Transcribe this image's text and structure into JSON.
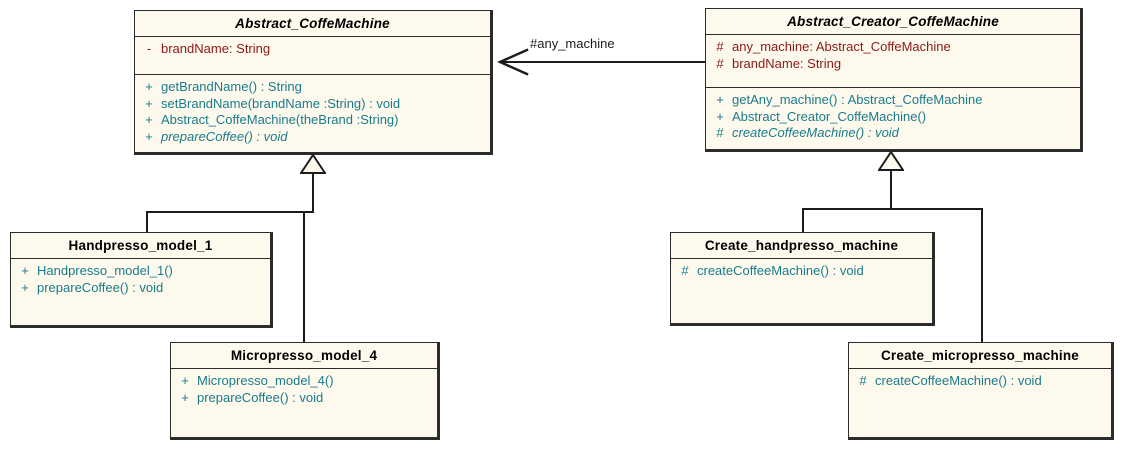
{
  "diagram": {
    "title": "UML Class Diagram - Abstract Factory Coffee Machine",
    "colors": {
      "box_fill": "#fdf9ec",
      "border": "#2b2b2b",
      "attribute_text": "#8b1a1a",
      "method_text": "#1a7b8c",
      "title_text": "#000000",
      "connector": "#1c1c1c",
      "background": "#ffffff"
    }
  },
  "classes": {
    "abstract_coffemachine": {
      "name": "Abstract_CoffeMachine",
      "is_abstract": true,
      "attributes": [
        {
          "visibility": "-",
          "text": "brandName:  String"
        }
      ],
      "methods": [
        {
          "visibility": "+",
          "text": "getBrandName() : String",
          "is_abstract": false
        },
        {
          "visibility": "+",
          "text": "setBrandName(brandName :String) : void",
          "is_abstract": false
        },
        {
          "visibility": "+",
          "text": "Abstract_CoffeMachine(theBrand :String)",
          "is_abstract": false
        },
        {
          "visibility": "+",
          "text": "prepareCoffee() : void",
          "is_abstract": true
        }
      ]
    },
    "abstract_creator_coffemachine": {
      "name": "Abstract_Creator_CoffeMachine",
      "is_abstract": true,
      "attributes": [
        {
          "visibility": "#",
          "text": "any_machine:  Abstract_CoffeMachine"
        },
        {
          "visibility": "#",
          "text": "brandName:  String"
        }
      ],
      "methods": [
        {
          "visibility": "+",
          "text": "getAny_machine() : Abstract_CoffeMachine",
          "is_abstract": false
        },
        {
          "visibility": "+",
          "text": "Abstract_Creator_CoffeMachine()",
          "is_abstract": false
        },
        {
          "visibility": "#",
          "text": "createCoffeeMachine() : void",
          "is_abstract": true
        }
      ]
    },
    "handpresso_model_1": {
      "name": "Handpresso_model_1",
      "is_abstract": false,
      "attributes": [],
      "methods": [
        {
          "visibility": "+",
          "text": "Handpresso_model_1()",
          "is_abstract": false
        },
        {
          "visibility": "+",
          "text": "prepareCoffee() : void",
          "is_abstract": false
        }
      ]
    },
    "micropresso_model_4": {
      "name": "Micropresso_model_4",
      "is_abstract": false,
      "attributes": [],
      "methods": [
        {
          "visibility": "+",
          "text": "Micropresso_model_4()",
          "is_abstract": false
        },
        {
          "visibility": "+",
          "text": "prepareCoffee() : void",
          "is_abstract": false
        }
      ]
    },
    "create_handpresso_machine": {
      "name": "Create_handpresso_machine",
      "is_abstract": false,
      "attributes": [],
      "methods": [
        {
          "visibility": "#",
          "text": "createCoffeeMachine() : void",
          "is_abstract": false
        }
      ]
    },
    "create_micropresso_machine": {
      "name": "Create_micropresso_machine",
      "is_abstract": false,
      "attributes": [],
      "methods": [
        {
          "visibility": "#",
          "text": "createCoffeeMachine() : void",
          "is_abstract": false
        }
      ]
    }
  },
  "relationships": {
    "association": {
      "label": "#any_machine",
      "from": "Abstract_Creator_CoffeMachine",
      "to": "Abstract_CoffeMachine",
      "kind": "directed-association"
    },
    "generalizations": [
      {
        "child": "Handpresso_model_1",
        "parent": "Abstract_CoffeMachine"
      },
      {
        "child": "Micropresso_model_4",
        "parent": "Abstract_CoffeMachine"
      },
      {
        "child": "Create_handpresso_machine",
        "parent": "Abstract_Creator_CoffeMachine"
      },
      {
        "child": "Create_micropresso_machine",
        "parent": "Abstract_Creator_CoffeMachine"
      }
    ]
  }
}
